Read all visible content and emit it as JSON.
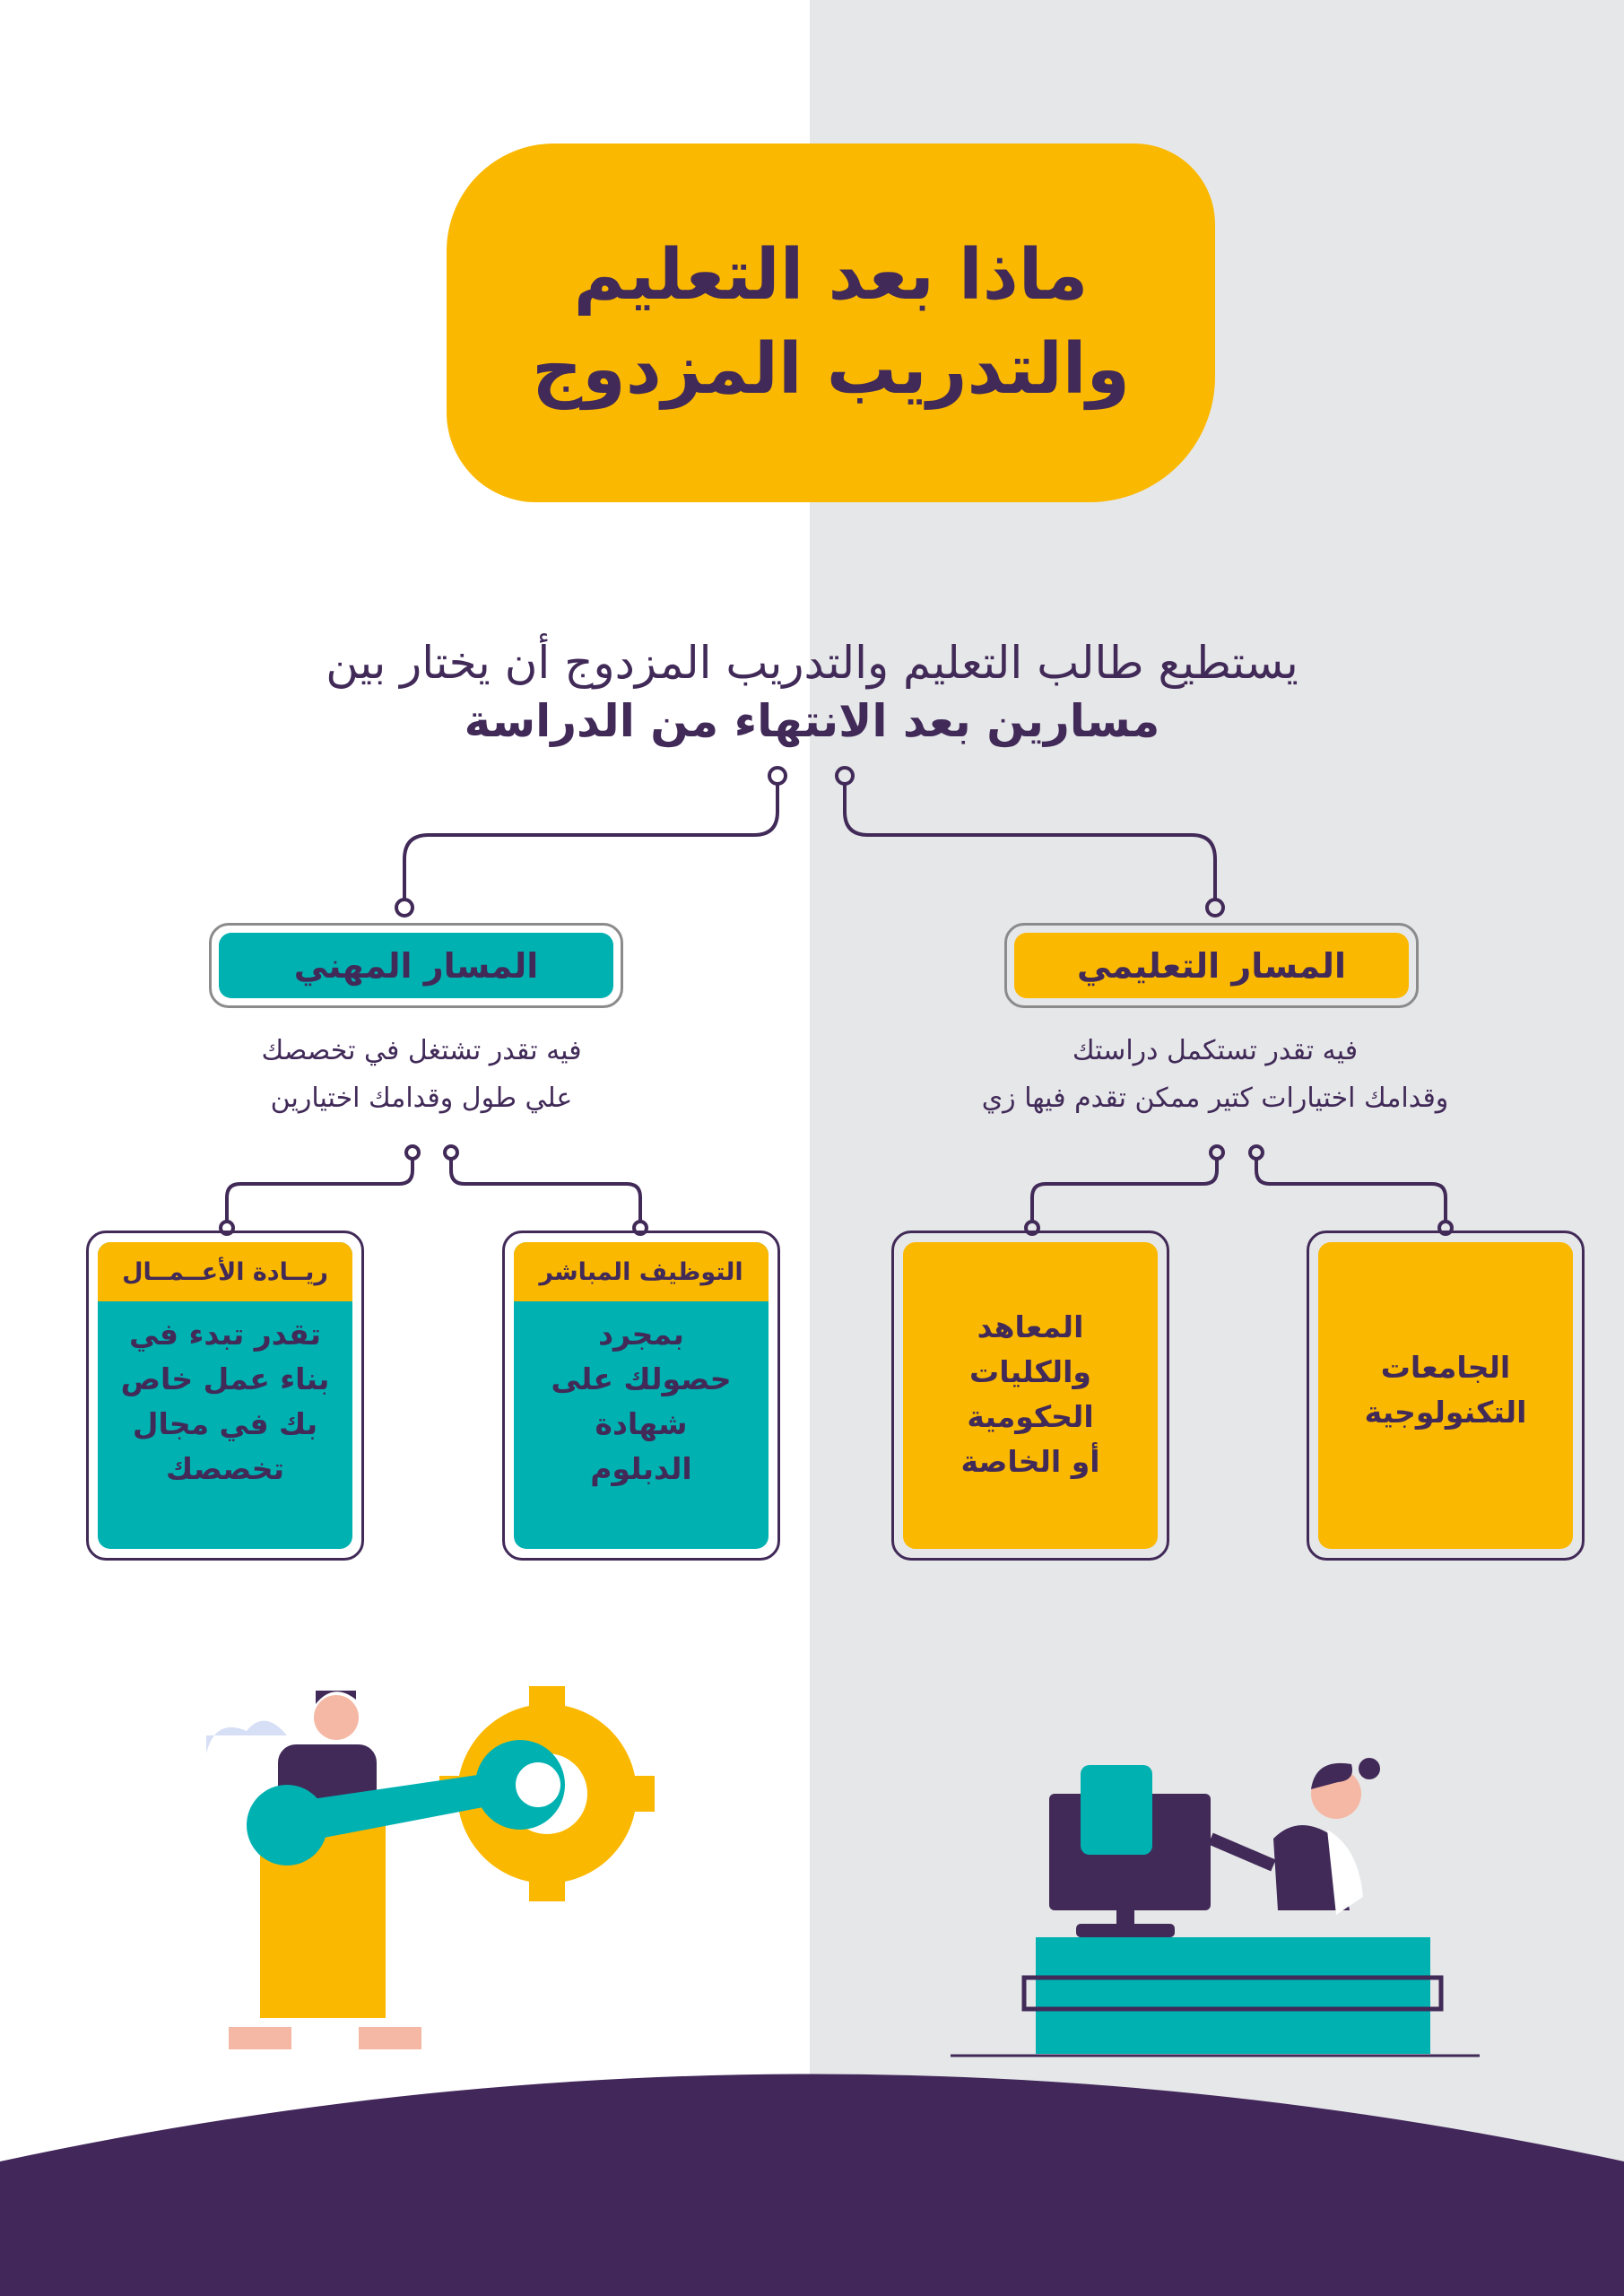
{
  "title": {
    "line1": "ماذا بعد التعليم",
    "line2": "والتدريب المزدوج"
  },
  "intro": {
    "line1": "يستطيع طالب التعليم والتدريب المزدوج أن يختار بين",
    "line2": "مسارين  بعد الانتهاء من الدراسة"
  },
  "paths": {
    "vocational": {
      "label": "المسار المهني",
      "desc1": "فيه تقدر تشتغل في تخصصك",
      "desc2": "علي طول وقدامك اختيارين",
      "options": [
        {
          "title": "ريــادة الأعــمــال",
          "body": [
            "تقدر تبدء في",
            "بناء عمل خاص",
            "بك في مجال",
            "تخصصك"
          ]
        },
        {
          "title": "التوظيف المباشر",
          "body": [
            "بمجرد",
            "حصولك على",
            "شهادة",
            "الدبلوم"
          ]
        }
      ]
    },
    "academic": {
      "label": "المسار التعليمي",
      "desc1": "فيه تقدر تستكمل دراستك",
      "desc2": "وقدامك اختيارات كتير ممكن تقدم فيها زي",
      "options": [
        {
          "body": [
            "المعاهد",
            "والكليات",
            "الحكومية",
            "أو الخاصة"
          ]
        },
        {
          "body": [
            "الجامعات",
            "التكنولوجية"
          ]
        }
      ]
    }
  },
  "colors": {
    "yellow": "#fbb800",
    "teal": "#00b1b1",
    "purple": "#412a58",
    "grey": "#e6e7e9"
  }
}
